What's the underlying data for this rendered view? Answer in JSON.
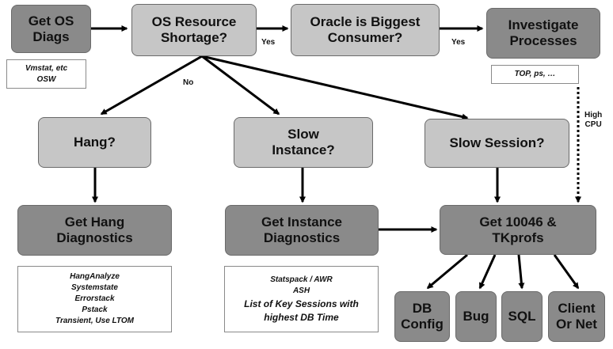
{
  "nodes": {
    "get_os_diags": [
      "Get OS",
      "Diags"
    ],
    "os_resource_shortage": [
      "OS Resource",
      "Shortage?"
    ],
    "oracle_biggest_consumer": [
      "Oracle is Biggest",
      "Consumer?"
    ],
    "investigate_processes": [
      "Investigate",
      "Processes"
    ],
    "hang": [
      "Hang?"
    ],
    "slow_instance": [
      "Slow",
      "Instance?"
    ],
    "slow_session": [
      "Slow Session?"
    ],
    "get_hang_diagnostics": [
      "Get Hang",
      "Diagnostics"
    ],
    "get_instance_diagnostics": [
      "Get Instance",
      "Diagnostics"
    ],
    "get_10046_tkprofs": [
      "Get 10046 &",
      "TKprofs"
    ],
    "db_config": [
      "DB",
      "Config"
    ],
    "bug": [
      "Bug"
    ],
    "sql": [
      "SQL"
    ],
    "client_or_net": [
      "Client",
      "Or Net"
    ]
  },
  "notes": {
    "os_tools": [
      "Vmstat, etc",
      "OSW"
    ],
    "process_tools": [
      "TOP, ps, …"
    ],
    "hang_tools": [
      "HangAnalyze",
      "Systemstate",
      "Errorstack",
      "Pstack",
      "Transient, Use LTOM"
    ],
    "instance_tools": [
      "Statspack / AWR",
      "ASH"
    ],
    "instance_key_sessions": [
      "List of Key Sessions with",
      "highest DB Time"
    ]
  },
  "edge_labels": {
    "yes_1": "Yes",
    "yes_2": "Yes",
    "no": "No",
    "high_cpu": [
      "High",
      "CPU"
    ]
  }
}
